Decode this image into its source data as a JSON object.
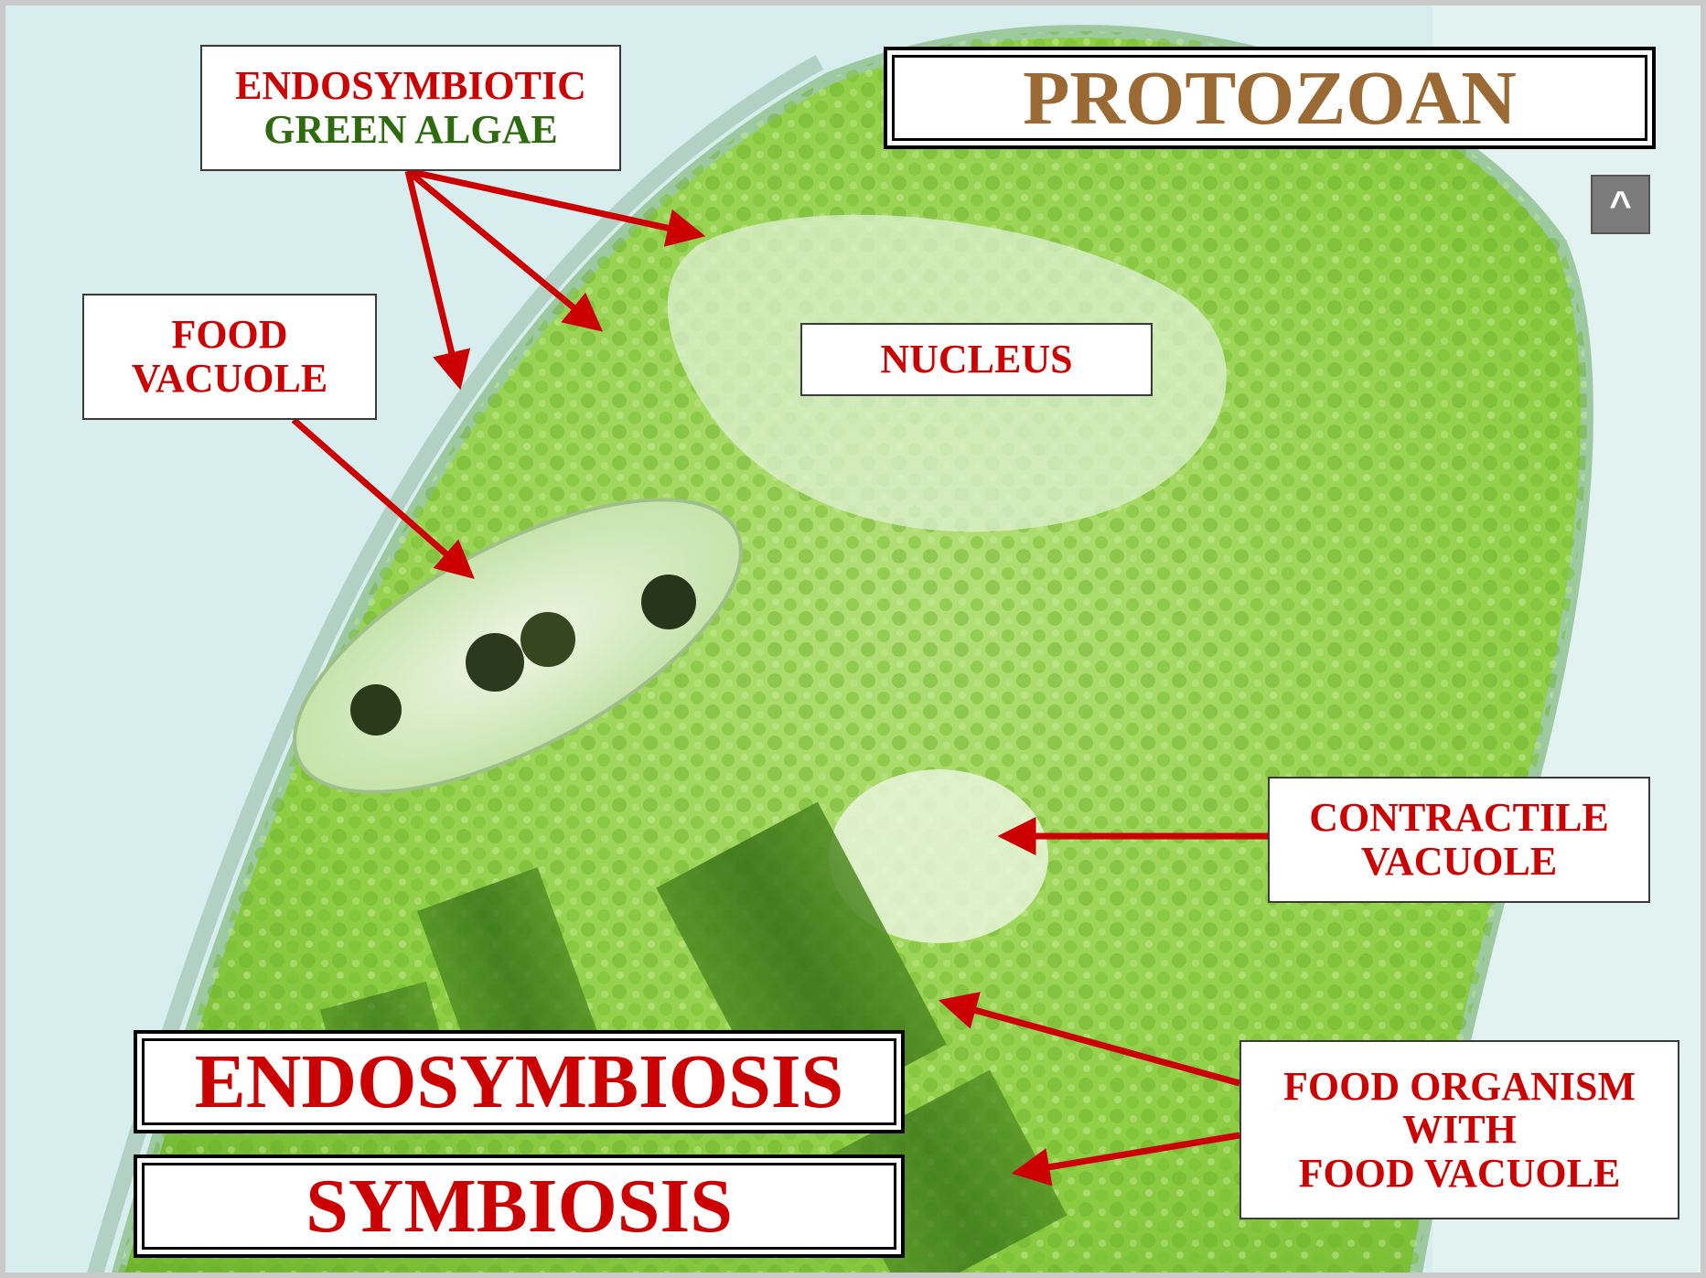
{
  "title": "PROTOZOAN",
  "nav": {
    "up_label": "^"
  },
  "labels": {
    "endosymbiotic_line1": "ENDOSYMBIOTIC",
    "endosymbiotic_line2": "GREEN ALGAE",
    "food_vacuole_line1": "FOOD",
    "food_vacuole_line2": "VACUOLE",
    "nucleus": "NUCLEUS",
    "contractile_line1": "CONTRACTILE",
    "contractile_line2": "VACUOLE",
    "food_organism_line1": "FOOD ORGANISM",
    "food_organism_line2": "WITH",
    "food_organism_line3": "FOOD VACUOLE"
  },
  "banners": {
    "endosymbiosis": "ENDOSYMBIOSIS",
    "symbiosis": "SYMBIOSIS"
  },
  "colors": {
    "label_red": "#cc0000",
    "label_green": "#2e6b0e",
    "title_brown": "#9b6a34",
    "arrow_red": "#cc0000",
    "cell_green": "#8fd24a",
    "background_water": "#d8eeee"
  }
}
